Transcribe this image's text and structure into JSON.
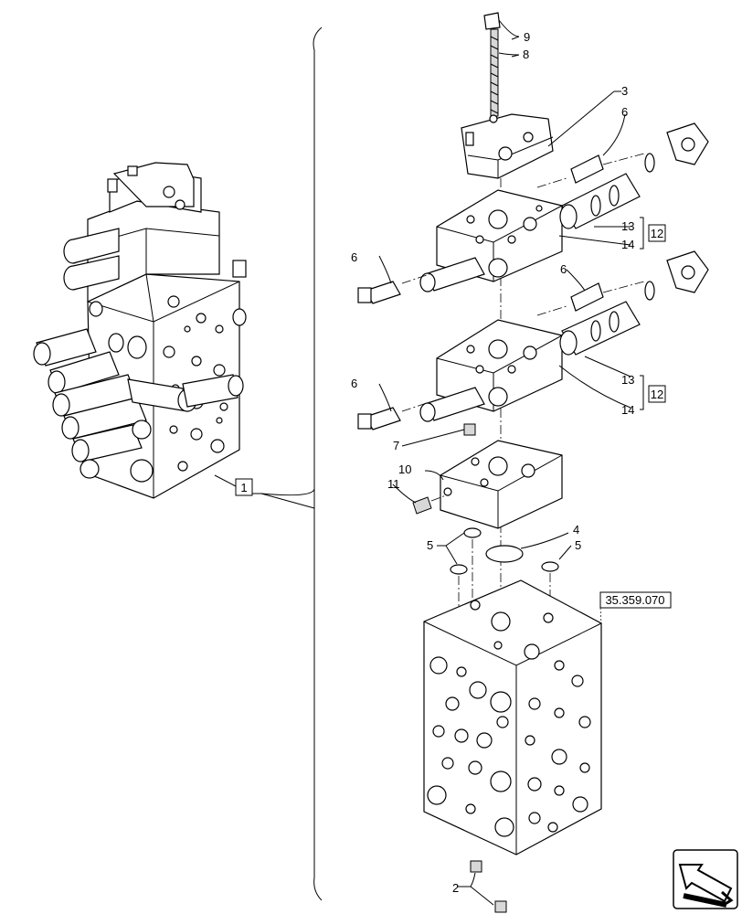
{
  "diagram": {
    "callouts": {
      "c1": "1",
      "c2": "2",
      "c3": "3",
      "c4": "4",
      "c5a": "5",
      "c5b": "5",
      "c6a": "6",
      "c6b": "6",
      "c6c": "6",
      "c6d": "6",
      "c7": "7",
      "c8": "8",
      "c9": "9",
      "c10": "10",
      "c11": "11",
      "c12a": "12",
      "c12b": "12",
      "c13a": "13",
      "c13b": "13",
      "c14a": "14",
      "c14b": "14"
    },
    "reference": "35.359.070",
    "nav_icon": "arrow-pointer-icon"
  }
}
